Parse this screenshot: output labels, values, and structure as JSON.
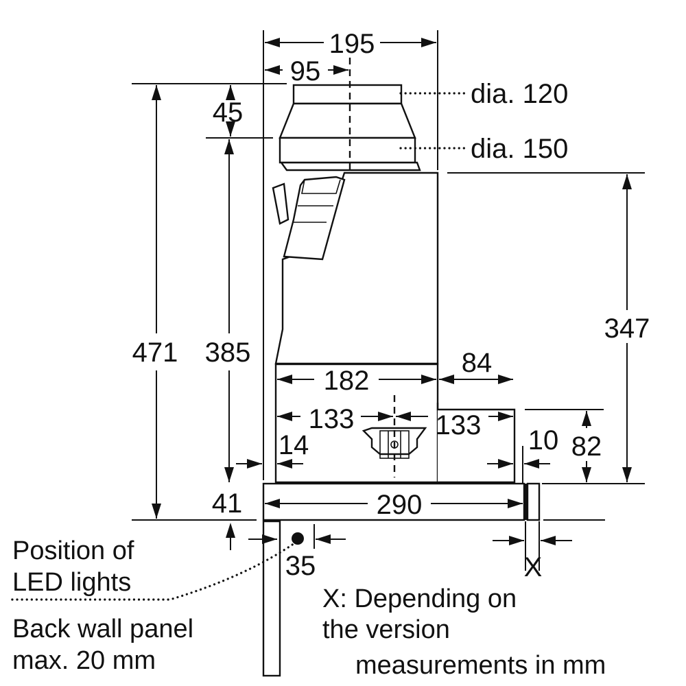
{
  "dimensions": {
    "total_width": "195",
    "duct_offset": "95",
    "duct_height": "45",
    "total_height": "471",
    "height_below_duct": "385",
    "body_height": "347",
    "width_182": "182",
    "width_84": "84",
    "half_133_left": "133",
    "half_133_right": "133",
    "offset_14": "14",
    "offset_10": "10",
    "height_82": "82",
    "panel_thickness": "41",
    "depth_290": "290",
    "led_offset": "35",
    "variable_x": "X"
  },
  "labels": {
    "dia_120": "dia. 120",
    "dia_150": "dia. 150",
    "led_line1": "Position of",
    "led_line2": "LED lights",
    "wall_line1": "Back wall panel",
    "wall_line2": "max. 20 mm",
    "x_note_line1": "X: Depending on",
    "x_note_line2": "the version",
    "units_note": "measurements in mm"
  }
}
